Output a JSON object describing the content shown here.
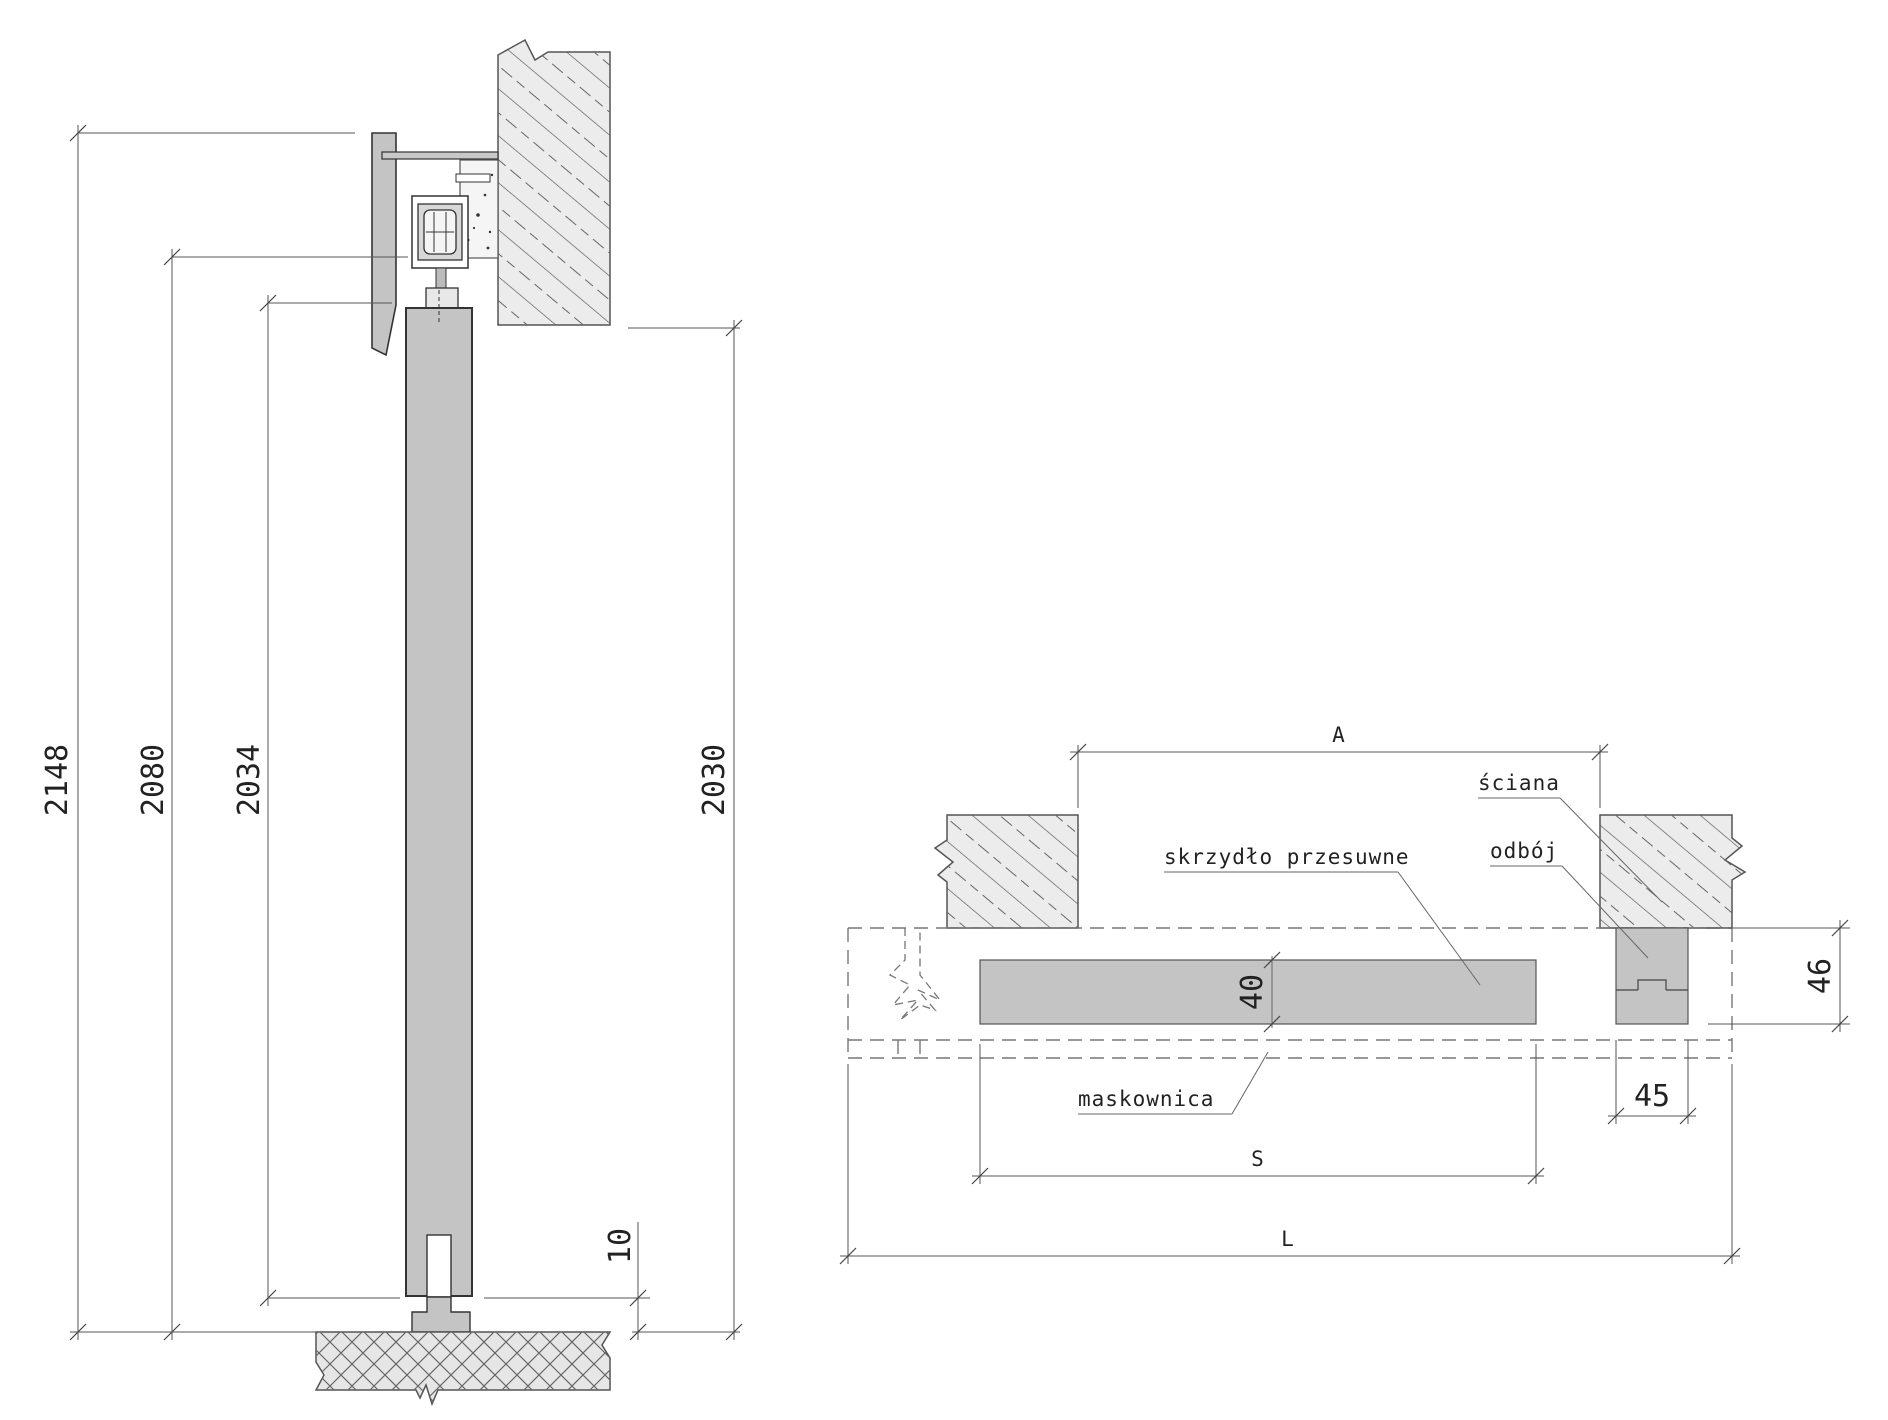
{
  "side_section": {
    "dimensions": {
      "d1": "2148",
      "d2": "2080",
      "d3": "2034",
      "d4": "2030",
      "d5": "10"
    }
  },
  "plan_section": {
    "dimensions": {
      "a": "A",
      "s": "S",
      "l": "L",
      "thickness": "40",
      "depth": "46",
      "stop_width": "45"
    },
    "labels": {
      "wall": "ściana",
      "door_leaf": "skrzydło przesuwne",
      "stop": "odbój",
      "cover": "maskownica"
    }
  },
  "colors": {
    "panel_fill": "#c4c4c4",
    "wall_fill": "#e6e6e6",
    "line": "#444444"
  }
}
